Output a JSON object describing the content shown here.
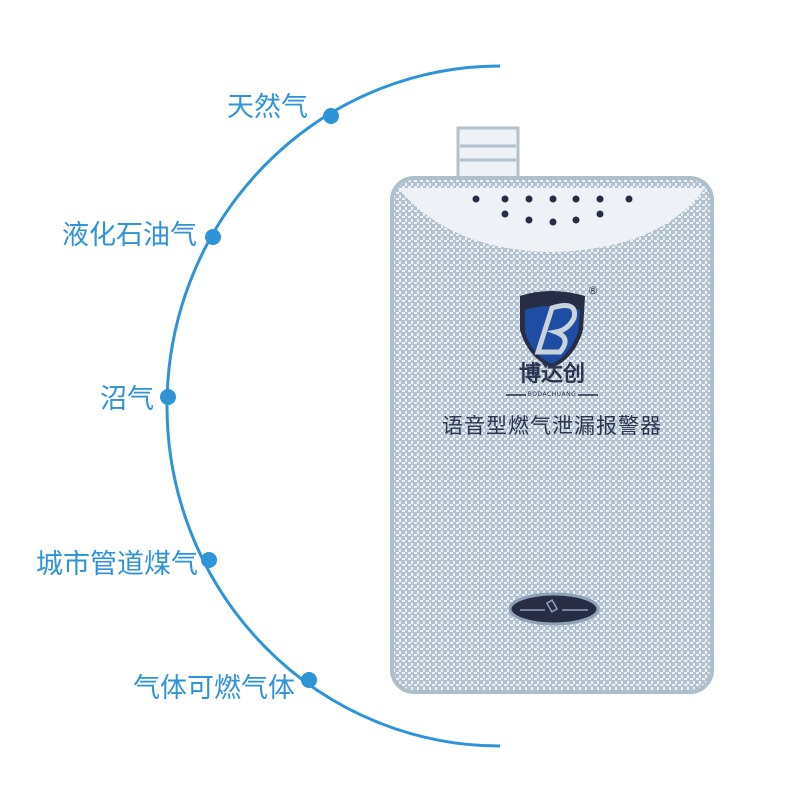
{
  "colors": {
    "accent": "#2f93d8",
    "device": "#b8c6d2",
    "device_light": "#eef2f6",
    "dark": "#262d45",
    "logo_blue": "#1f4da3"
  },
  "gas_types": [
    {
      "label": "天然气"
    },
    {
      "label": "液化石油气"
    },
    {
      "label": "沼气"
    },
    {
      "label": "城市管道煤气"
    },
    {
      "label": "气体可燃气体"
    }
  ],
  "device": {
    "brand": "博达创",
    "brand_pinyin": "BODACHUANG",
    "registered_mark": "®",
    "product_name": "语音型燃气泄漏报警器",
    "icon": "shield-b-logo"
  }
}
